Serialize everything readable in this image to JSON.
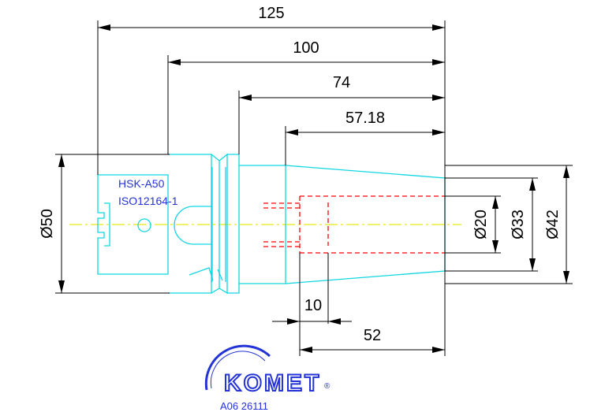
{
  "drawing": {
    "dimensions": {
      "overall_length": "125",
      "length_100": "100",
      "length_74": "74",
      "length_57": "57.18",
      "bore_depth": "52",
      "bore_offset": "10",
      "dia_flange": "Ø50",
      "dia_bore": "Ø20",
      "dia_33": "Ø33",
      "dia_42": "Ø42"
    },
    "notes": {
      "interface": "HSK-A50",
      "standard": "ISO12164-1"
    },
    "logo": {
      "brand": "KOMET",
      "registered": "®"
    },
    "part_number": "A06 26111",
    "colors": {
      "outline": "#11d6e2",
      "hidden_lines": "#ff0000",
      "centerline": "#e8e812",
      "dimensions": "#000000",
      "text_blue": "#2433d6"
    }
  }
}
